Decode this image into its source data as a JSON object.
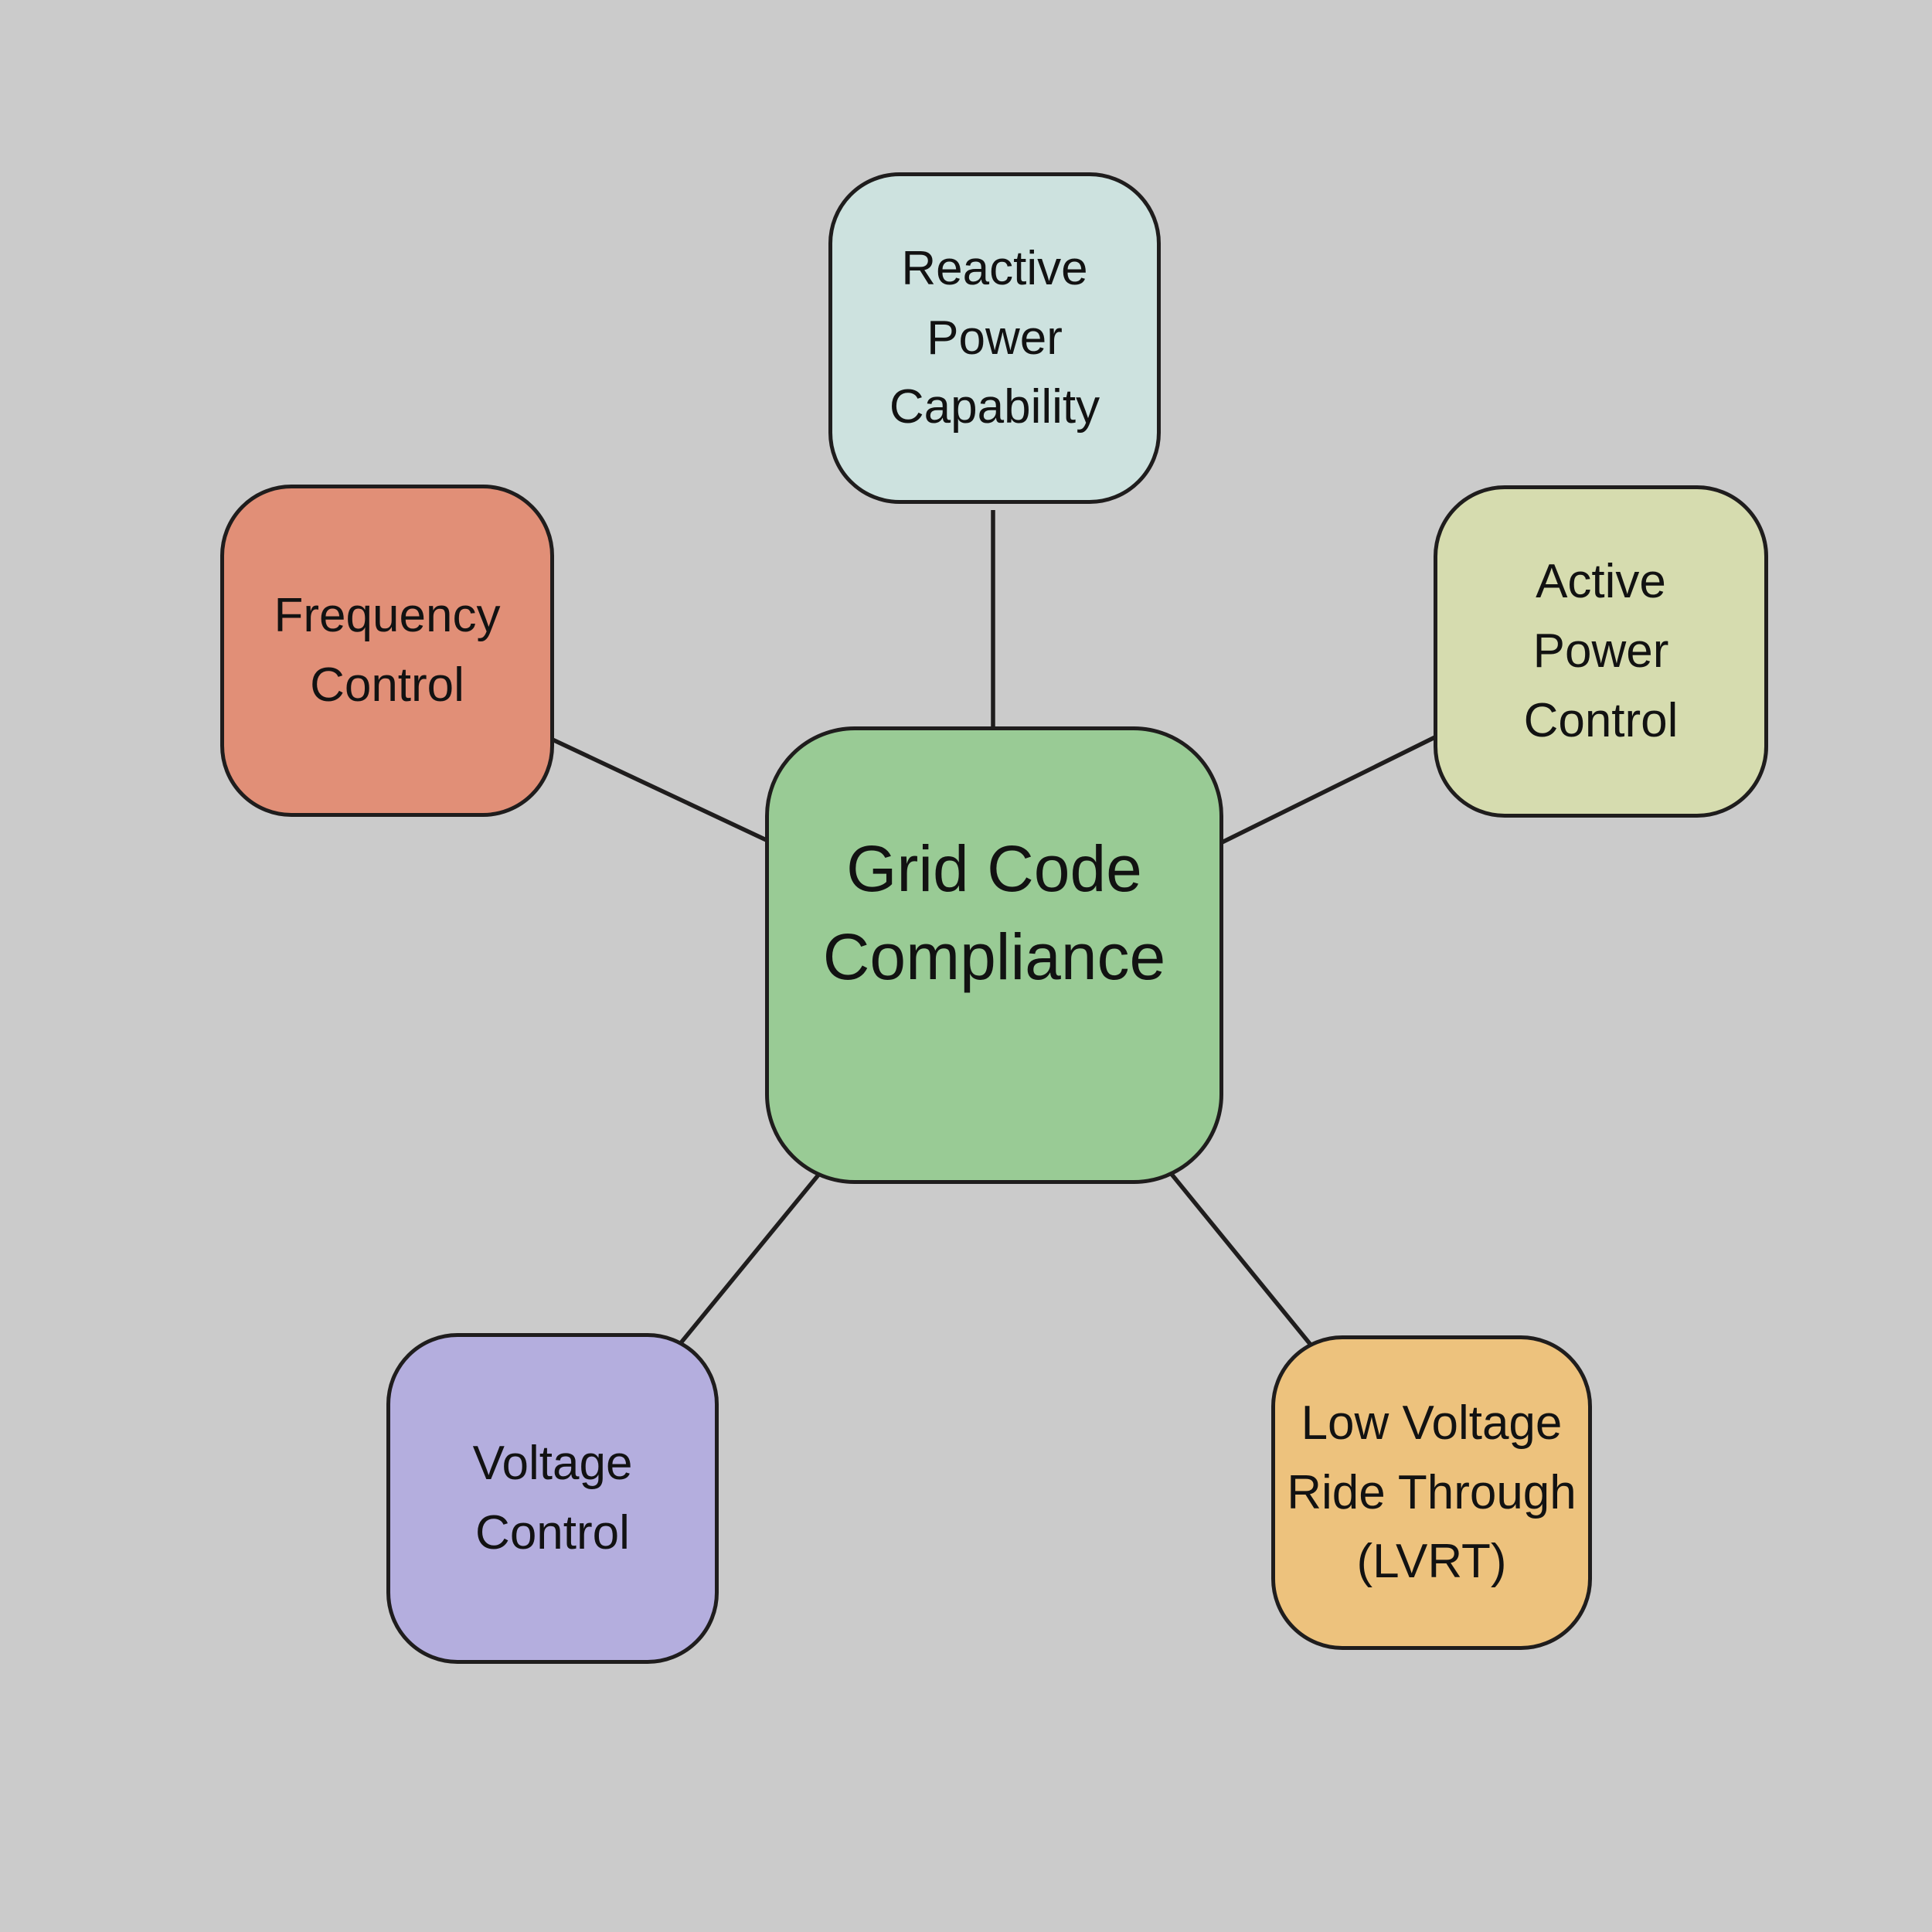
{
  "diagram": {
    "background_color": "#cbcbcb",
    "stroke_color": "#1f1d1d",
    "text_color": "#121212",
    "center_node": {
      "id": "grid-code-compliance",
      "label": "Grid Code\nCompliance",
      "color": "#99cb95"
    },
    "satellite_nodes": [
      {
        "id": "reactive-power-capability",
        "label": "Reactive\nPower\nCapability",
        "color": "#cde2df",
        "position": "top"
      },
      {
        "id": "active-power-control",
        "label": "Active\nPower\nControl",
        "color": "#d6dcaf",
        "position": "top-right"
      },
      {
        "id": "frequency-control",
        "label": "Frequency\nControl",
        "color": "#e18f77",
        "position": "top-left"
      },
      {
        "id": "voltage-control",
        "label": "Voltage\nControl",
        "color": "#b4aede",
        "position": "bottom-left"
      },
      {
        "id": "low-voltage-ride-through",
        "label": "Low Voltage\nRide Through\n(LVRT)",
        "color": "#edc27d",
        "position": "bottom-right"
      }
    ],
    "edges": [
      {
        "from": "grid-code-compliance",
        "to": "reactive-power-capability"
      },
      {
        "from": "grid-code-compliance",
        "to": "frequency-control"
      },
      {
        "from": "grid-code-compliance",
        "to": "active-power-control"
      },
      {
        "from": "grid-code-compliance",
        "to": "voltage-control"
      },
      {
        "from": "grid-code-compliance",
        "to": "low-voltage-ride-through"
      }
    ]
  }
}
